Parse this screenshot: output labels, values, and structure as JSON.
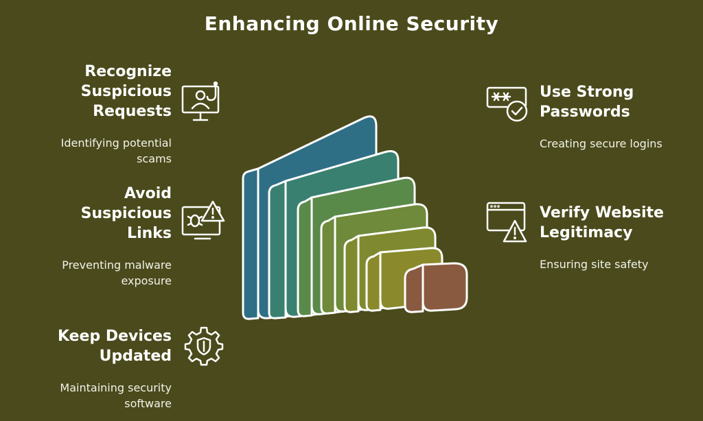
{
  "title": "Enhancing Online Security",
  "left_items": [
    {
      "heading": "Recognize\nSuspicious\nRequests",
      "description": "Identifying potential\nscams",
      "icon": "phishing-monitor-icon"
    },
    {
      "heading": "Avoid\nSuspicious\nLinks",
      "description": "Preventing malware\nexposure",
      "icon": "malware-warning-monitor-icon"
    },
    {
      "heading": "Keep Devices\nUpdated",
      "description": "Maintaining security\nsoftware",
      "icon": "shield-gear-icon"
    }
  ],
  "right_items": [
    {
      "heading": "Use Strong\nPasswords",
      "description": "Creating secure logins",
      "icon": "password-check-icon"
    },
    {
      "heading": "Verify Website\nLegitimacy",
      "description": "Ensuring site safety",
      "icon": "browser-warning-icon"
    }
  ],
  "colors": {
    "background": "#4a4a1c",
    "layers": [
      "#2f6f86",
      "#3a8070",
      "#5a8a4a",
      "#6f8a3a",
      "#7f8a30",
      "#8a8a2c",
      "#8a5a40"
    ]
  }
}
